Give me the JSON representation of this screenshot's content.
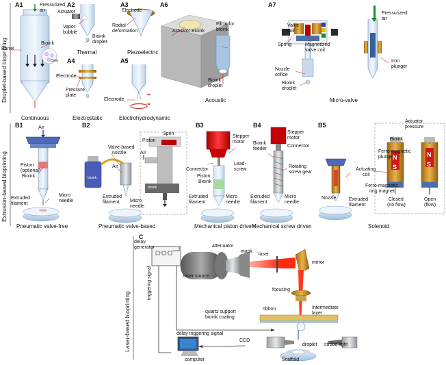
{
  "section_titles": {
    "droplet": "Droplet-based bioprinting",
    "extrusion": "Extrusion-based bioprinting",
    "laser": "Laser-based bioprinting"
  },
  "panels": {
    "a1": {
      "label": "A1",
      "caption": "Continuous",
      "labels": [
        "Pressurized",
        "air",
        "Bioink",
        "Barrel",
        "Cells"
      ]
    },
    "a2": {
      "label": "A2",
      "caption": "Thermal",
      "labels": [
        "Actuator",
        "Vapor",
        "bubble",
        "Bioink",
        "droplet"
      ]
    },
    "a3": {
      "label": "A3",
      "caption": "Piezoelectric",
      "labels": [
        "Electrode",
        "Radial",
        "deformation"
      ]
    },
    "a4": {
      "label": "A4",
      "caption": "Electrostatic",
      "labels": [
        "Electrode",
        "Pressure",
        "plate"
      ]
    },
    "a5": {
      "label": "A5",
      "caption": "Electrohydrodynamic",
      "labels": [
        "Electrode"
      ]
    },
    "a6": {
      "label": "A6",
      "caption": "Acoustic",
      "labels": [
        "Actuator",
        "Bioink",
        "Fill in for",
        "bioink",
        "Bioink",
        "droplet"
      ]
    },
    "a7": {
      "label": "A7",
      "caption": "Micro-valve",
      "labels": [
        "Valve",
        "coil",
        "Spring",
        "Magnetized",
        "valve coil",
        "Pressurized",
        "air",
        "Iron",
        "plunger",
        "Nozzle",
        "orifice",
        "Bioink",
        "droplet"
      ]
    },
    "b1": {
      "label": "B1",
      "caption": "Pneumatic valve-free",
      "labels": [
        "Air",
        "Piston",
        "(optional)",
        "Bioink",
        "Micro",
        "needle",
        "Extruded",
        "filament"
      ]
    },
    "b2": {
      "label": "B2",
      "caption": "Pneumatic valve-based",
      "labels": [
        "Valve-based",
        "nozzle",
        "Air",
        "bioink",
        "Extruded",
        "filament",
        "Micro",
        "needle",
        "Sprin",
        "Piston",
        "Air",
        "bioink"
      ]
    },
    "b3": {
      "label": "B3",
      "caption": "Mechanical piston driven",
      "labels": [
        "Stepper",
        "motor",
        "Connector",
        "Lead-",
        "screw",
        "Piston",
        "Bioink",
        "Extruded",
        "filament",
        "Micro",
        "needle"
      ]
    },
    "b4": {
      "label": "B4",
      "caption": "Mechanical screw driven",
      "labels": [
        "Stepper",
        "motor",
        "Bioink",
        "feeder",
        "Connector",
        "Rotating",
        "screw gear",
        "Extruded",
        "filament",
        "Micro",
        "needle"
      ]
    },
    "b5": {
      "label": "B5",
      "caption": "Solenoid",
      "labels": [
        "Nozzle",
        "Extruded",
        "filament",
        "Bioink",
        "Actuator",
        "pressure",
        "Ferro-magnetic",
        "plunger",
        "Actuating",
        "coil",
        "Ferro-magnetic",
        "ring magnet",
        "Closed",
        "(no flow)",
        "Open",
        "(flow)",
        "N",
        "S",
        "N",
        "S"
      ]
    },
    "c": {
      "label": "C",
      "labels": [
        "delay",
        "generator",
        "attenuator",
        "mask",
        "laser",
        "mirror",
        "laser source",
        "focusing",
        "ribbon",
        "Intermediate",
        "layer",
        "quartz support",
        "bioink coating",
        "delay triggering signal",
        "triggering signal",
        "CCD",
        "droplet",
        "strobe light",
        "computer",
        "Scaffold"
      ]
    }
  },
  "colors": {
    "laser": "#ff2a10",
    "bioink_blue": "#cfe1f2",
    "motor_red": "#c40000",
    "coil_gold": "#e8b24a",
    "callout": "#dd3333"
  }
}
